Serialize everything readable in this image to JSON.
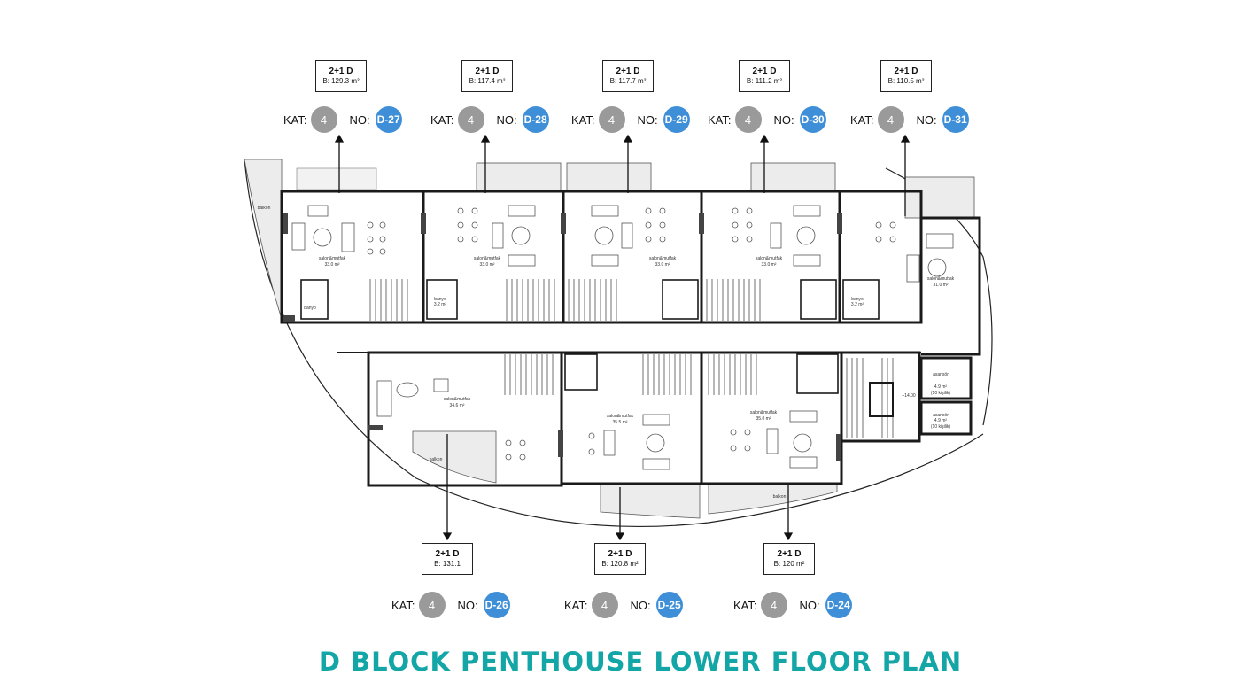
{
  "title": "D BLOCK PENTHOUSE LOWER FLOOR PLAN",
  "colors": {
    "floor_badge": "#9a9a9a",
    "unit_badge": "#3f8fd8",
    "title": "#14a6a6",
    "walls": "#1a1a1a"
  },
  "labels": {
    "floor_prefix": "KAT:",
    "number_prefix": "NO:"
  },
  "units_top": [
    {
      "type": "2+1 D",
      "area": "B: 129.3 m²",
      "floor": "4",
      "no": "D-27"
    },
    {
      "type": "2+1 D",
      "area": "B: 117.4 m²",
      "floor": "4",
      "no": "D-28"
    },
    {
      "type": "2+1 D",
      "area": "B: 117.7 m²",
      "floor": "4",
      "no": "D-29"
    },
    {
      "type": "2+1 D",
      "area": "B: 111.2 m²",
      "floor": "4",
      "no": "D-30"
    },
    {
      "type": "2+1 D",
      "area": "B: 110.5 m²",
      "floor": "4",
      "no": "D-31"
    }
  ],
  "units_bottom": [
    {
      "type": "2+1 D",
      "area": "B: 131.1",
      "floor": "4",
      "no": "D-26"
    },
    {
      "type": "2+1 D",
      "area": "B: 120.8 m²",
      "floor": "4",
      "no": "D-25"
    },
    {
      "type": "2+1 D",
      "area": "B: 120 m²",
      "floor": "4",
      "no": "D-24"
    }
  ],
  "rooms": {
    "salon_top": [
      "33.0 m²",
      "33.0 m²",
      "33.0 m²",
      "33.0 m²",
      "31.0 m²"
    ],
    "salon_bottom": [
      "34.6 m²",
      "35.5 m²",
      "35.0 m²"
    ],
    "salon_label": "salon&mutfak",
    "bath_label": "banyo",
    "bath_area": "3.2 m²",
    "balcony_label": "balkon",
    "elevator_label": "asansör",
    "elevator_area": "4.9 m²",
    "elevator_note": "(10 kişilik)",
    "level_mark": "+14.00"
  }
}
